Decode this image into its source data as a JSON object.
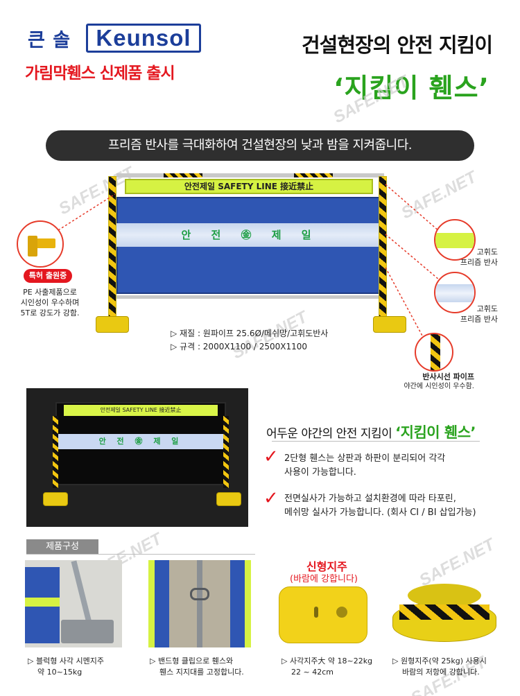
{
  "header": {
    "brand_korean": "큰 솔",
    "brand_logo": "Keunsol",
    "release_text": "가림막휀스 신제품 출시",
    "title_line": "건설현장의 안전 지킴이",
    "title_product": "‘지킴이 휀스’",
    "watermark": "SAFE.NET"
  },
  "banner": {
    "text": "프리즘 반사를 극대화하여 건설현장의 낮과 밤을 지켜줍니다."
  },
  "fence": {
    "sign_text": "안전제일     SAFETY LINE     接近禁止",
    "reflective_text": "안 전 ㊎ 제 일"
  },
  "specs": [
    "▷ 재질 : 원파이프 25.6Ø/메쉬망/고휘도반사",
    "▷ 규격 : 2000X1100 / 2500X1100"
  ],
  "callouts": {
    "patent_badge": "특허 출원중",
    "patent_lines": [
      "PE 사출제품으로",
      "시인성이 우수하며",
      "5T로 강도가 강함."
    ],
    "prism1_lines": [
      "고휘도",
      "프리즘 반사"
    ],
    "prism2_lines": [
      "고휘도",
      "프리즘 반사"
    ],
    "pipe_title": "반사시선 파이프",
    "pipe_desc": "야간에 시인성이 우수함."
  },
  "night": {
    "sign_text": "안전제일     SAFETY LINE     接近禁止",
    "reflective_text": "안 전 ㊎ 제 일",
    "heading_prefix": "어두운 야간의 안전 지킴이",
    "heading_product": "‘지킴이 휀스’",
    "feature1": [
      "2단형 휀스는 상판과 하판이 분리되어 각각",
      "사용이 가능합니다."
    ],
    "feature2": [
      "전면실사가 가능하고 설치환경에 따라 타포린,",
      "메쉬망 실사가 가능합니다. (회사 CI / BI 삽입가능)"
    ]
  },
  "products": {
    "section_title": "제품구성",
    "new_title": "신형지주",
    "new_sub": "(바람에 강합니다)",
    "items": [
      {
        "cap1": "▷ 블럭형 사각 시멘지주",
        "cap2": "약 10~15kg"
      },
      {
        "cap1": "▷ 밴드형 클립으로 휀스와",
        "cap2": "휀스 지지대를 고정합니다."
      },
      {
        "cap1": "▷ 사각지주大 약 18~22kg",
        "cap2": "22 ~ 42cm"
      },
      {
        "cap1": "▷ 원형지주(약 25kg) 사용시",
        "cap2": "바람의 저항에 강합니다."
      }
    ]
  },
  "colors": {
    "brand_blue": "#1c3e9a",
    "accent_red": "#e4171f",
    "accent_green": "#2aa31e",
    "fence_blue": "#2f56b3",
    "reflect_yellow": "#d6f243"
  }
}
